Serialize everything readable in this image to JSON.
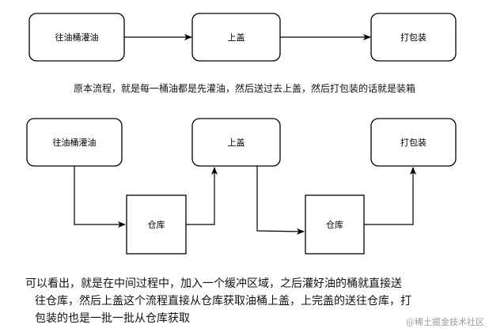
{
  "flow_top": {
    "nodes": {
      "fill": "往油桶灌油",
      "cap": "上盖",
      "pack": "打包装"
    }
  },
  "caption": "原本流程，就是每一桶油都是先灌油，然后送过去上盖，然后打包装的话就是装箱",
  "flow_bottom": {
    "nodes": {
      "fill": "往油桶灌油",
      "cap": "上盖",
      "pack": "打包装",
      "warehouse1": "仓库",
      "warehouse2": "仓库"
    }
  },
  "explanation": {
    "line1": "可以看出，就是在中间过程中，加入一个缓冲区域，之后灌好油的桶就直接送",
    "line2": "往仓库，然后上盖这个流程直接从仓库获取油桶上盖，上完盖的送往仓库，打",
    "line3": "包装的也是一批一批从仓库获取"
  },
  "watermark": "@稀土掘金技术社区",
  "colors": {
    "stroke": "#000000",
    "node_fill": "#ffffff"
  }
}
